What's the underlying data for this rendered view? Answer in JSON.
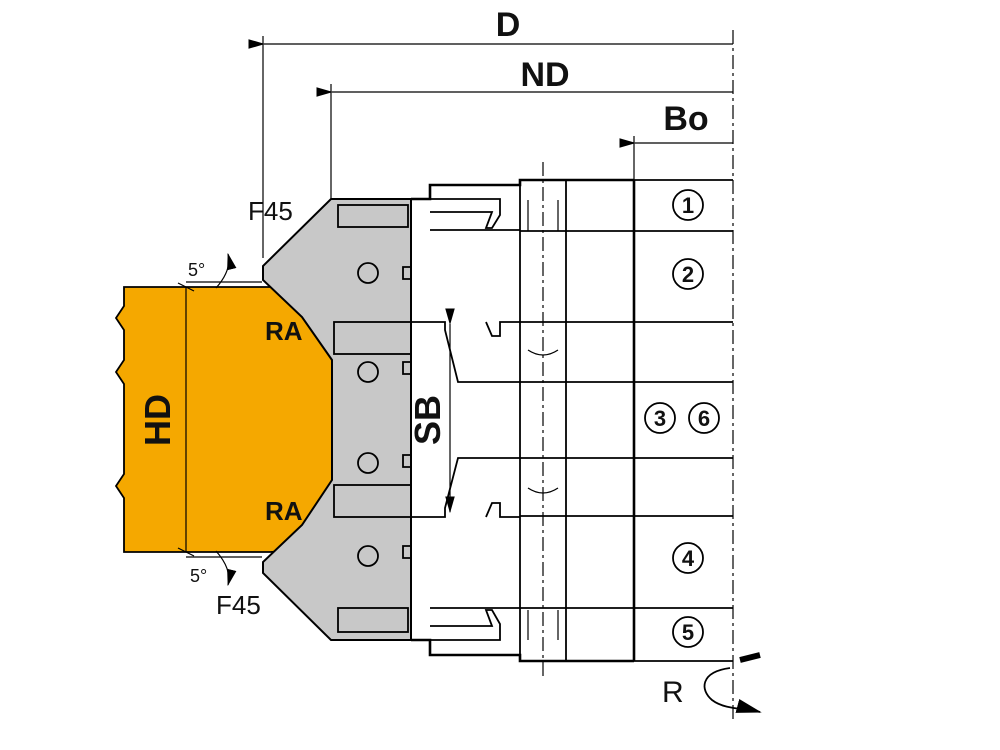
{
  "dimensions": {
    "d": "D",
    "nd": "ND",
    "bo": "Bo",
    "hd": "HD",
    "sb": "SB"
  },
  "labels": {
    "f45_top": "F45",
    "f45_bottom": "F45",
    "angle_top": "5°",
    "angle_bottom": "5°",
    "ra_top": "RA",
    "ra_bottom": "RA",
    "rotation": "R"
  },
  "part_numbers": [
    "1",
    "2",
    "3",
    "6",
    "4",
    "5"
  ],
  "colors": {
    "workpiece": "#f5a800",
    "cutter_body": "#c8c8c8",
    "line": "#000000"
  }
}
